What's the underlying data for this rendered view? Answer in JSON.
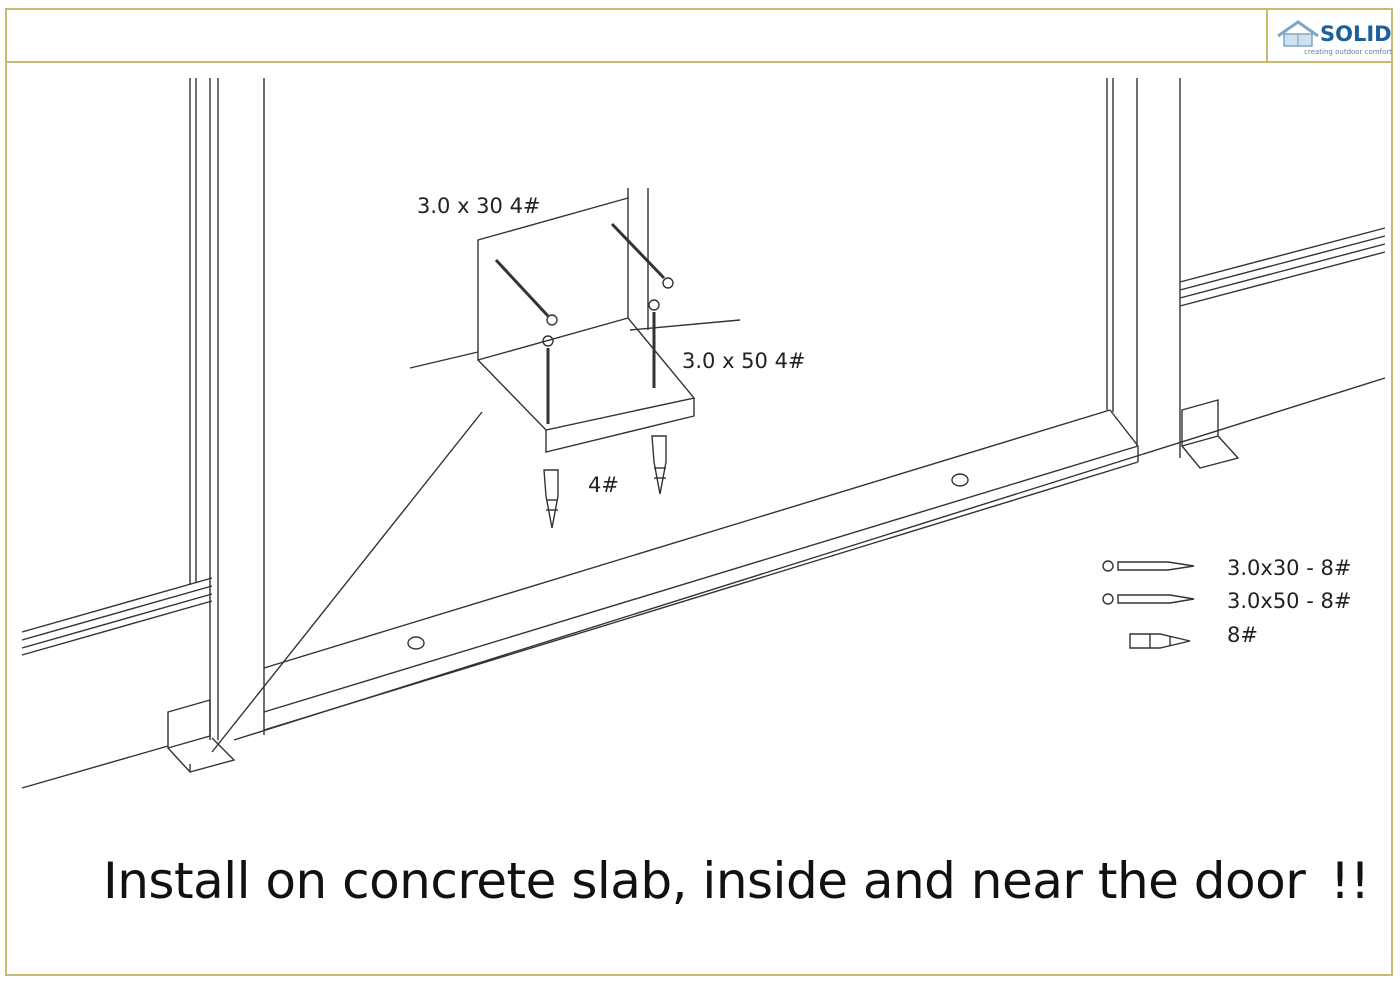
{
  "brand": {
    "name": "SOLID",
    "tagline": "creating outdoor comfort",
    "colors": {
      "brand_blue": "#1d5f9a",
      "frame_gold": "#c9bb6e"
    }
  },
  "callouts": {
    "top_screw": "3.0 x 30  4#",
    "bottom_screw": "3.0 x 50  4#",
    "plugs": "4#"
  },
  "legend": [
    {
      "icon": "short-screw-icon",
      "label": "3.0x30 - 8#"
    },
    {
      "icon": "long-screw-icon",
      "label": "3.0x50 - 8#"
    },
    {
      "icon": "wall-plug-icon",
      "label": "8#"
    }
  ],
  "caption": {
    "text": "Install on concrete slab, inside and near the door",
    "emphasis": "!!"
  }
}
